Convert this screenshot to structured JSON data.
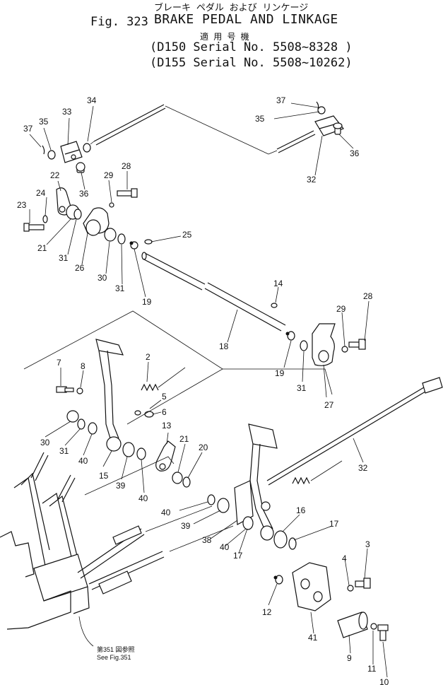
{
  "header": {
    "figure_label": "Fig. 323",
    "title_jp": "ブレーキ ペダル および リンケージ",
    "title_en": "BRAKE PEDAL AND LINKAGE",
    "applicable_jp": "適 用 号 機",
    "serial_1": "(D150 Serial No. 5508~8328 )",
    "serial_2": "(D155 Serial No. 5508~10262)"
  },
  "reference": {
    "line_jp": "第351 図参照",
    "line_en": "See Fig.351"
  },
  "part_labels": [
    "37",
    "35",
    "33",
    "34",
    "22",
    "24",
    "23",
    "21",
    "31",
    "26",
    "36",
    "29",
    "28",
    "30",
    "31",
    "25",
    "19",
    "37",
    "35",
    "36",
    "32",
    "14",
    "18",
    "28",
    "29",
    "19",
    "31",
    "27",
    "7",
    "8",
    "2",
    "5",
    "6",
    "30",
    "31",
    "40",
    "15",
    "39",
    "40",
    "13",
    "21",
    "20",
    "40",
    "39",
    "38",
    "40",
    "17",
    "16",
    "17",
    "3",
    "4",
    "12",
    "41",
    "9",
    "11",
    "10",
    "32"
  ]
}
